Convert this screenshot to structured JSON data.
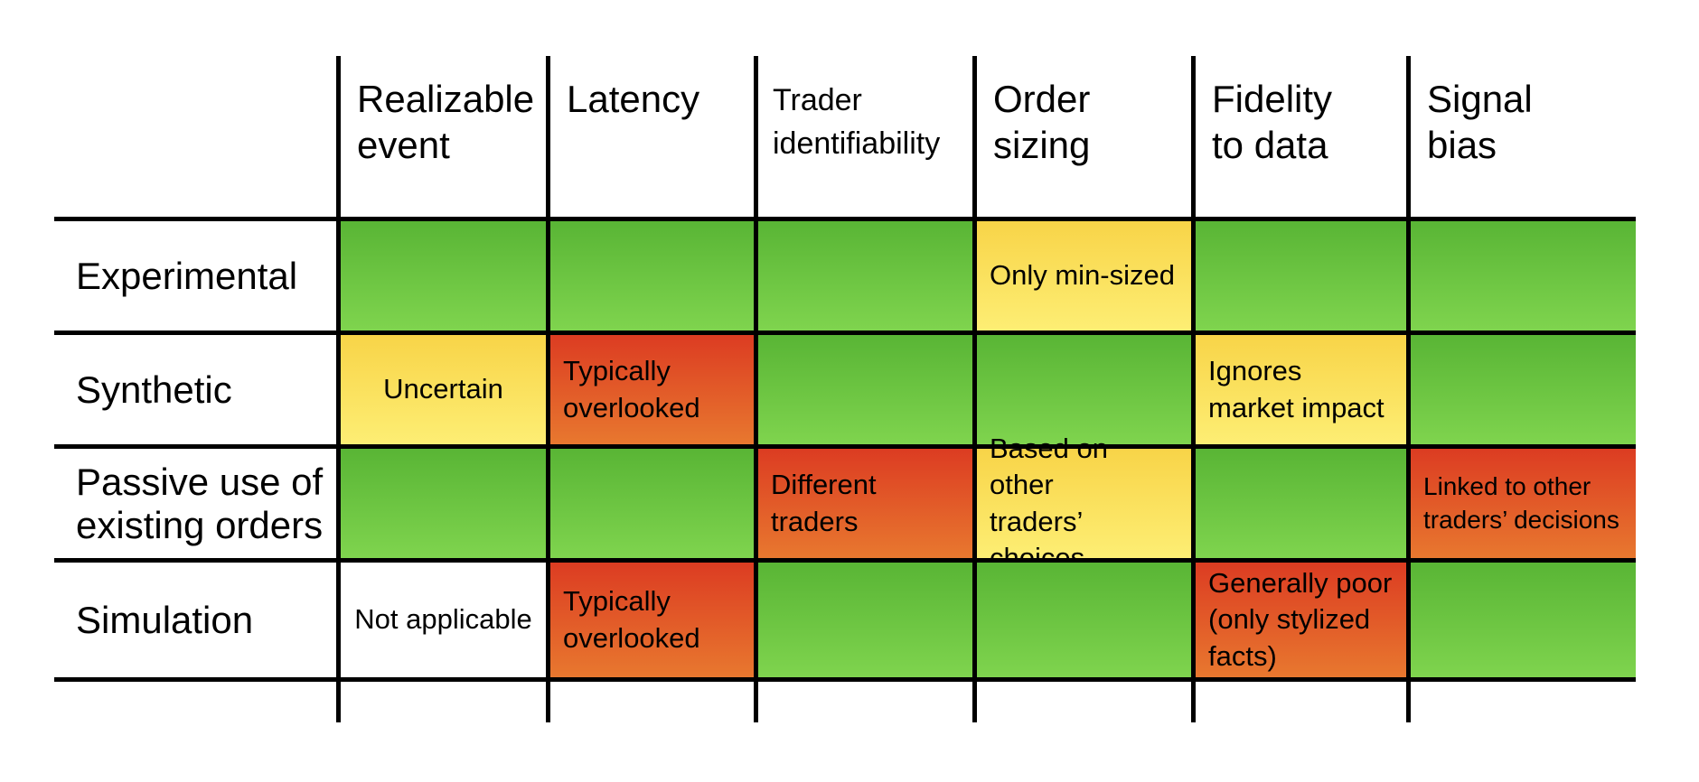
{
  "columns": [
    {
      "id": "realizable",
      "label": "Realizable event"
    },
    {
      "id": "latency",
      "label": "Latency"
    },
    {
      "id": "trader",
      "label": "Trader identifiability"
    },
    {
      "id": "order",
      "label": "Order sizing"
    },
    {
      "id": "fidelity",
      "label": "Fidelity to data"
    },
    {
      "id": "signal",
      "label": "Signal bias"
    }
  ],
  "header_lines": {
    "realizable": [
      "Realizable",
      "event"
    ],
    "latency": [
      "Latency"
    ],
    "trader": [
      "Trader",
      "identifiability"
    ],
    "order": [
      "Order",
      "sizing"
    ],
    "fidelity": [
      "Fidelity",
      "to data"
    ],
    "signal": [
      "Signal",
      "bias"
    ]
  },
  "rows": [
    {
      "label_lines": [
        "Experimental"
      ],
      "cells": [
        {
          "color": "green",
          "lines": []
        },
        {
          "color": "green",
          "lines": []
        },
        {
          "color": "green",
          "lines": []
        },
        {
          "color": "yellow",
          "lines": [
            "Only min-sized"
          ]
        },
        {
          "color": "green",
          "lines": []
        },
        {
          "color": "green",
          "lines": []
        }
      ]
    },
    {
      "label_lines": [
        "Synthetic"
      ],
      "cells": [
        {
          "color": "yellow",
          "lines": [
            "Uncertain"
          ],
          "align": "center"
        },
        {
          "color": "red",
          "lines": [
            "Typically",
            "overlooked"
          ]
        },
        {
          "color": "green",
          "lines": []
        },
        {
          "color": "green",
          "lines": []
        },
        {
          "color": "yellow",
          "lines": [
            "Ignores",
            "market impact"
          ]
        },
        {
          "color": "green",
          "lines": []
        }
      ]
    },
    {
      "label_lines": [
        "Passive use of",
        "existing orders"
      ],
      "cells": [
        {
          "color": "green",
          "lines": []
        },
        {
          "color": "green",
          "lines": []
        },
        {
          "color": "red",
          "lines": [
            "Different traders"
          ]
        },
        {
          "color": "yellow",
          "lines": [
            "Based on other",
            "traders’ choices"
          ]
        },
        {
          "color": "green",
          "lines": []
        },
        {
          "color": "red",
          "lines": [
            "Linked to other",
            "traders’ decisions"
          ],
          "size": "small"
        }
      ]
    },
    {
      "label_lines": [
        "Simulation"
      ],
      "cells": [
        {
          "color": "white",
          "lines": [
            "Not applicable"
          ],
          "align": "center"
        },
        {
          "color": "red",
          "lines": [
            "Typically",
            "overlooked"
          ]
        },
        {
          "color": "green",
          "lines": []
        },
        {
          "color": "green",
          "lines": []
        },
        {
          "color": "red",
          "lines": [
            "Generally poor",
            "(only stylized",
            "facts)"
          ]
        },
        {
          "color": "green",
          "lines": []
        }
      ]
    }
  ],
  "colors": {
    "green": "#6cc541",
    "yellow": "#fae45e",
    "red": "#e25a29",
    "white": "#ffffff",
    "line": "#000000"
  }
}
